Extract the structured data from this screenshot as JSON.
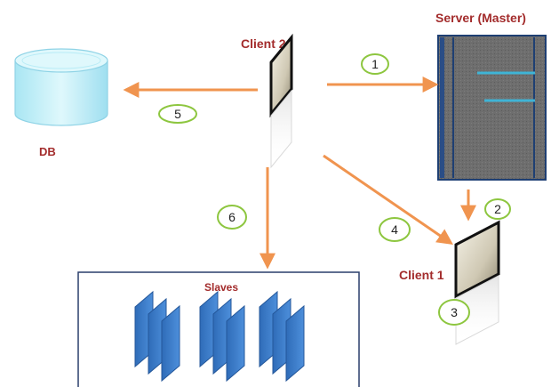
{
  "labels": {
    "server": "Server (Master)",
    "client2": "Client 2",
    "client1": "Client 1",
    "db": "DB",
    "slaves": "Slaves"
  },
  "steps": [
    "1",
    "2",
    "3",
    "4",
    "5",
    "6"
  ],
  "colors": {
    "arrow": "#f0944f",
    "label_text": "#a32c2c",
    "step_circle_border": "#8dc63f",
    "server_body": "#6b6b6b",
    "server_frame": "#1e3f73",
    "server_accent": "#3fb4d6",
    "db_fill": "#bfeff8",
    "db_stroke": "#8fd3e6",
    "slave_fill": "#3c7fd0",
    "slaves_box_border": "#2a3f6b"
  },
  "icons": {
    "db": "database-cylinder-icon",
    "server": "server-rack-icon",
    "client": "client-panel-icon",
    "slave": "slave-panel-icon"
  }
}
